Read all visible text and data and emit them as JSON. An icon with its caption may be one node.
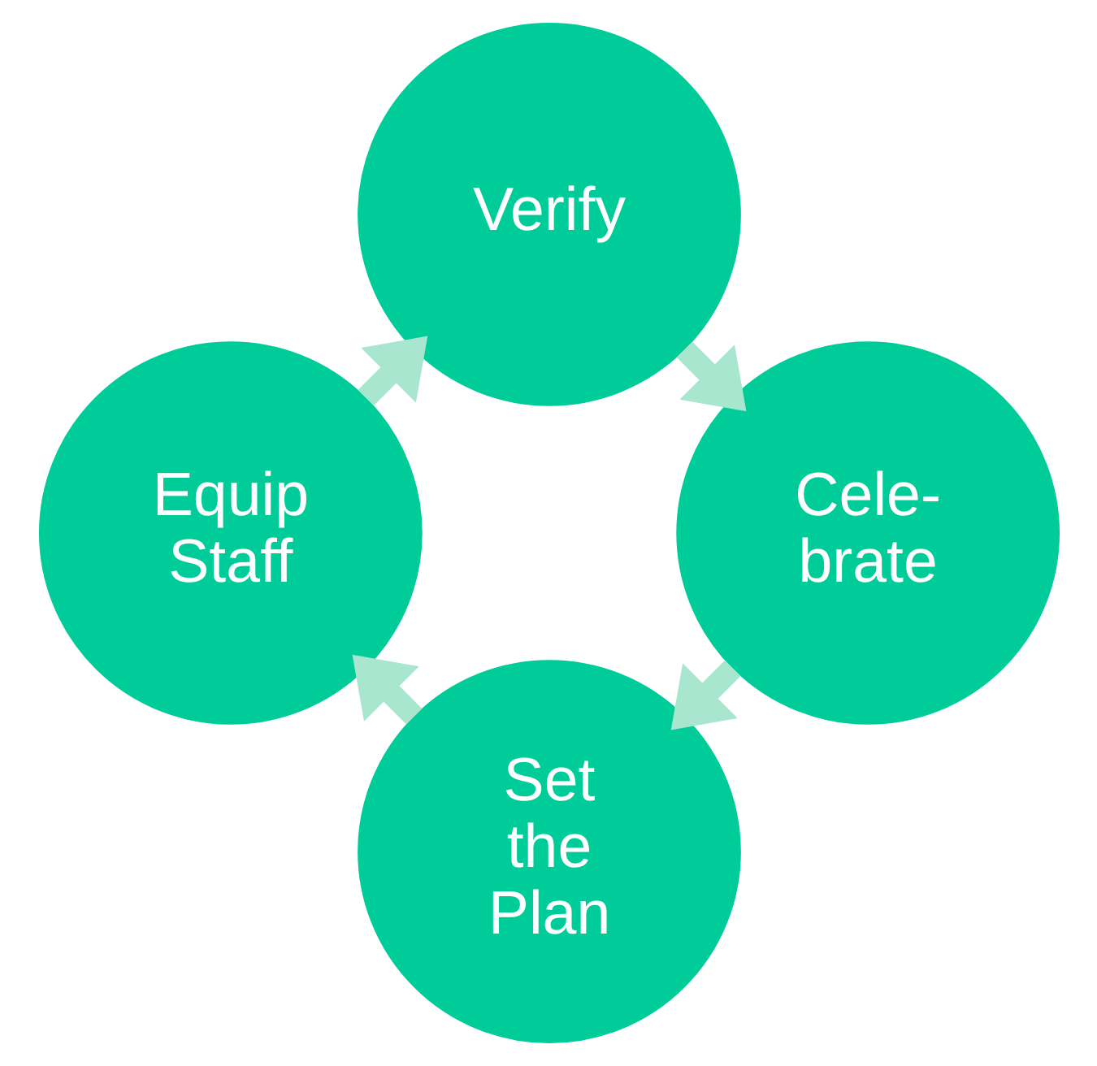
{
  "diagram": {
    "nodes": [
      {
        "text": [
          "Set the Plan"
        ]
      },
      {
        "text": [
          "Equip Staff"
        ]
      },
      {
        "text": [
          "Verify"
        ]
      },
      {
        "text": [
          "Cele- brate"
        ]
      }
    ],
    "edges": [
      {
        "from": 0,
        "to": 1,
        "arrow": "to"
      },
      {
        "from": 1,
        "to": 2,
        "arrow": "to"
      },
      {
        "from": 2,
        "to": 3,
        "arrow": "to"
      },
      {
        "from": 3,
        "to": 0,
        "arrow": "to"
      }
    ]
  }
}
